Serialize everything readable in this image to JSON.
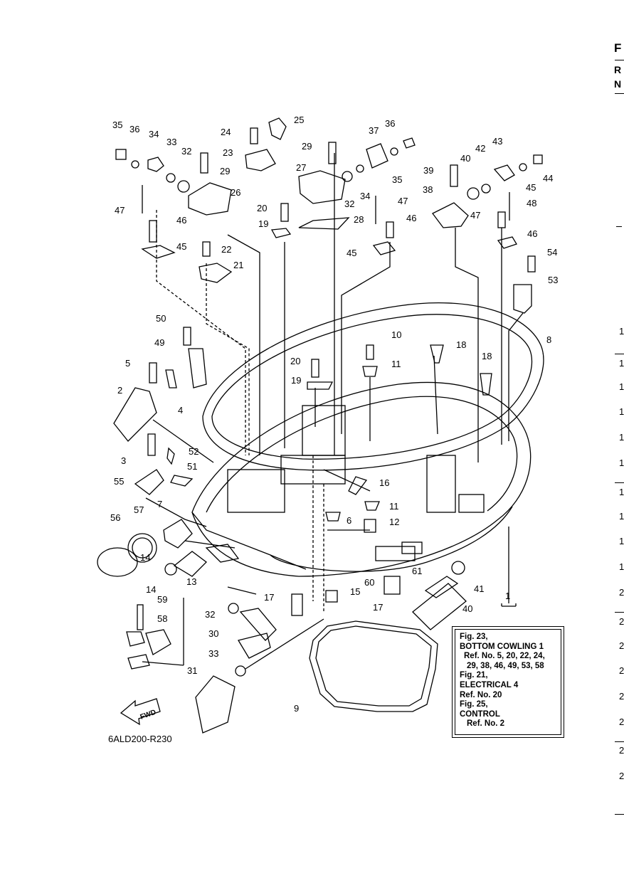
{
  "page": {
    "drawing_code": "6ALD200-R230",
    "fwd_label": "FWD"
  },
  "right_edge": {
    "letters": [
      "F",
      "R",
      "N"
    ],
    "numbers": [
      "1",
      "1",
      "1",
      "1",
      "1",
      "1",
      "1",
      "1",
      "1",
      "1",
      "2",
      "2",
      "2",
      "2",
      "2",
      "2",
      "2",
      "2"
    ]
  },
  "callouts": [
    "1",
    "2",
    "3",
    "4",
    "5",
    "6",
    "7",
    "8",
    "9",
    "10",
    "11",
    "11",
    "12",
    "13",
    "14",
    "14",
    "15",
    "16",
    "17",
    "17",
    "18",
    "18",
    "19",
    "19",
    "20",
    "20",
    "21",
    "22",
    "23",
    "24",
    "25",
    "26",
    "27",
    "28",
    "29",
    "29",
    "30",
    "31",
    "32",
    "32",
    "32",
    "33",
    "33",
    "34",
    "34",
    "35",
    "35",
    "36",
    "36",
    "37",
    "38",
    "39",
    "40",
    "40",
    "41",
    "42",
    "43",
    "44",
    "45",
    "45",
    "45",
    "46",
    "46",
    "46",
    "47",
    "47",
    "47",
    "48",
    "49",
    "50",
    "51",
    "52",
    "53",
    "54",
    "55",
    "56",
    "57",
    "58",
    "59",
    "60",
    "61"
  ],
  "reference_box": {
    "lines": [
      "Fig. 23,",
      "BOTTOM COWLING 1",
      "Ref. No. 5, 20, 22, 24,",
      "29, 38, 46, 49, 53, 58",
      "Fig. 21,",
      "ELECTRICAL 4",
      "Ref. No. 20",
      "Fig. 25,",
      "CONTROL",
      "Ref. No. 2"
    ]
  }
}
